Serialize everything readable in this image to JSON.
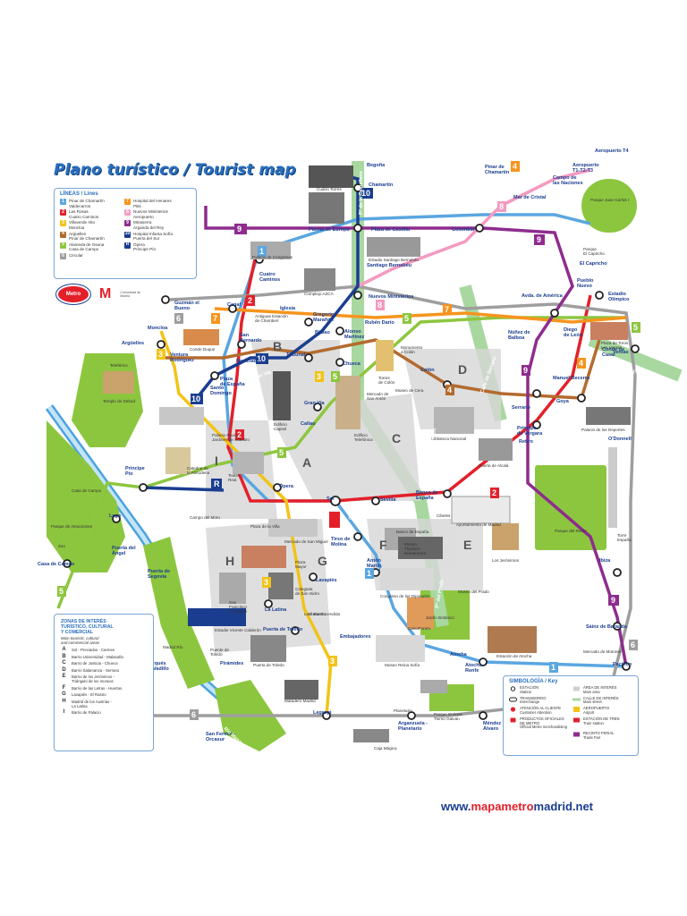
{
  "title": "Plano turístico / Tourist map",
  "colors": {
    "line1": "#5aa6e0",
    "line2": "#e3202a",
    "line3": "#f2c318",
    "line4": "#b36b2f",
    "line5": "#8dc63f",
    "line6": "#9e9e9e",
    "line7": "#f7941d",
    "line8": "#f49ac1",
    "line9": "#8e2c8e",
    "line10": "#1a3d8f",
    "lineR": "#1a3d8f",
    "park": "#8cc63f",
    "river": "#4aa3df",
    "boulevard": "#a8d8a0"
  },
  "lines_legend": {
    "heading": "LÍNEAS / Lines",
    "items": [
      {
        "num": "1",
        "color": "#5aa6e0",
        "label": "Pinar de Chamartín\nValdecarros"
      },
      {
        "num": "2",
        "color": "#e3202a",
        "label": "Las Rosas\nCuatro Caminos"
      },
      {
        "num": "3",
        "color": "#f2c318",
        "label": "Villaverde Alto\nMoncloa"
      },
      {
        "num": "4",
        "color": "#b36b2f",
        "label": "Argüelles\nPinar de Chamartín"
      },
      {
        "num": "5",
        "color": "#8dc63f",
        "label": "Alameda de Osuna\nCasa de Campo"
      },
      {
        "num": "6",
        "color": "#9e9e9e",
        "label": "Circular"
      },
      {
        "num": "7",
        "color": "#f7941d",
        "label": "Hospital del Henares\nPitis"
      },
      {
        "num": "8",
        "color": "#f49ac1",
        "label": "Nuevos Ministerios\nAeropuerto"
      },
      {
        "num": "9",
        "color": "#8e2c8e",
        "label": "Mirasierra\nArganda del Rey"
      },
      {
        "num": "10",
        "color": "#1a3d8f",
        "label": "Hospital Infanta Sofía\nPuerta del Sur"
      },
      {
        "num": "R",
        "color": "#1a3d8f",
        "label": "Ópera\nPríncipe Pío"
      }
    ]
  },
  "logos": {
    "metro": "Metro",
    "cm": "M",
    "cm_sub": "Comunidad de Madrid"
  },
  "stations": [
    {
      "name": "Begoña"
    },
    {
      "name": "Chamartín"
    },
    {
      "name": "Pinar de\nChamartín"
    },
    {
      "name": "Aeropuerto T4"
    },
    {
      "name": "Aeropuerto\nT1-T2-T3"
    },
    {
      "name": "Campo de\nlas Naciones"
    },
    {
      "name": "Mar de Cristal"
    },
    {
      "name": "Plaza de Castilla"
    },
    {
      "name": "Colombia"
    },
    {
      "name": "Puerta de Europa"
    },
    {
      "name": "Cuatro\nCaminos"
    },
    {
      "name": "Santiago Bernabéu"
    },
    {
      "name": "Nuevos Ministerios"
    },
    {
      "name": "Avda. de América"
    },
    {
      "name": "Canal"
    },
    {
      "name": "Iglesia"
    },
    {
      "name": "Gregorio\nMarañón"
    },
    {
      "name": "Rubén Darío"
    },
    {
      "name": "Guzmán el\nBueno"
    },
    {
      "name": "Moncloa"
    },
    {
      "name": "Argüelles"
    },
    {
      "name": "San\nBernardo"
    },
    {
      "name": "Bilbao"
    },
    {
      "name": "Alonso\nMartínez"
    },
    {
      "name": "Colón"
    },
    {
      "name": "Núñez de\nBalboa"
    },
    {
      "name": "Diego\nde León"
    },
    {
      "name": "El Capricho"
    },
    {
      "name": "Pueblo\nNuevo"
    },
    {
      "name": "Estadio\nOlímpico"
    },
    {
      "name": "Ventas"
    },
    {
      "name": "Ventura\nRodríguez"
    },
    {
      "name": "Noviciado"
    },
    {
      "name": "Tribunal"
    },
    {
      "name": "Chueca"
    },
    {
      "name": "Plaza\nde España"
    },
    {
      "name": "Santo\nDomingo"
    },
    {
      "name": "Gran Vía"
    },
    {
      "name": "Callao"
    },
    {
      "name": "Manuel Becerra"
    },
    {
      "name": "Goya"
    },
    {
      "name": "Serrano"
    },
    {
      "name": "Príncipe\nde Vergara"
    },
    {
      "name": "Retiro"
    },
    {
      "name": "O'Donnell"
    },
    {
      "name": "Príncipe\nPío"
    },
    {
      "name": "Ópera"
    },
    {
      "name": "Sol"
    },
    {
      "name": "Sevilla"
    },
    {
      "name": "Banco de\nEspaña"
    },
    {
      "name": "Lago"
    },
    {
      "name": "Casa de Campo"
    },
    {
      "name": "Tirso de\nMolina"
    },
    {
      "name": "Antón\nMartín"
    },
    {
      "name": "La Latina"
    },
    {
      "name": "Lavapiés"
    },
    {
      "name": "Puerta de Toledo"
    },
    {
      "name": "Embajadores"
    },
    {
      "name": "Atocha"
    },
    {
      "name": "Atocha\nRenfe"
    },
    {
      "name": "Pirámides"
    },
    {
      "name": "Marqués\nde Vadillo"
    },
    {
      "name": "Legazpi"
    },
    {
      "name": "Arganzuela -\nPlanetario"
    },
    {
      "name": "Méndez\nÁlvaro"
    },
    {
      "name": "Sáinz de Baranda"
    },
    {
      "name": "Ibiza"
    },
    {
      "name": "Pacífico"
    },
    {
      "name": "Puerta del\nÁngel"
    },
    {
      "name": "Puerta de\nSegovia"
    },
    {
      "name": "San Fermín -\nOrcasur"
    },
    {
      "name": "Conde de\nCasal"
    }
  ],
  "landmarks": [
    {
      "name": "Cuatro Torres"
    },
    {
      "name": "Estadio Santiago Bernabéu"
    },
    {
      "name": "Palacio de Congresos"
    },
    {
      "name": "Complejo AZCA"
    },
    {
      "name": "Antiguas Estación\nde Chamberí"
    },
    {
      "name": "Conde Duque"
    },
    {
      "name": "Templo de Debod"
    },
    {
      "name": "Teleférico"
    },
    {
      "name": "Palacio Real y\nJardines de Sabatini"
    },
    {
      "name": "Catedral de\nla Almudena"
    },
    {
      "name": "Teatro\nReal"
    },
    {
      "name": "Campo del Moro"
    },
    {
      "name": "Edificio\nCapitol"
    },
    {
      "name": "Edificio\nTelefónica"
    },
    {
      "name": "Monumento\na Colón"
    },
    {
      "name": "Museo de Cera"
    },
    {
      "name": "Torres\nde Colón"
    },
    {
      "name": "Mercado de\nSan Antón"
    },
    {
      "name": "Biblioteca Nacional"
    },
    {
      "name": "Puerta de Alcalá"
    },
    {
      "name": "Cibeles"
    },
    {
      "name": "Ayuntamiento de Madrid"
    },
    {
      "name": "Banco de España"
    },
    {
      "name": "Museo\nThyssen-\nBornemisza"
    },
    {
      "name": "Los Jerónimos"
    },
    {
      "name": "Congreso de los Diputados"
    },
    {
      "name": "Museo del Prado"
    },
    {
      "name": "Jardín Botánico"
    },
    {
      "name": "CaixaForum"
    },
    {
      "name": "Estación de Atocha"
    },
    {
      "name": "Museo Reina Sofía"
    },
    {
      "name": "Mercado de San Miguel"
    },
    {
      "name": "Plaza\nMayor"
    },
    {
      "name": "Plaza de la Villa"
    },
    {
      "name": "Parque de Atracciones"
    },
    {
      "name": "Zoo"
    },
    {
      "name": "Parque del Retiro"
    },
    {
      "name": "Palacio de los Deportes"
    },
    {
      "name": "Plaza de Toros\nLas Ventas"
    },
    {
      "name": "Parque Juan Carlos I"
    },
    {
      "name": "Parque\nEl Capricho"
    },
    {
      "name": "Torre\nEspaña"
    },
    {
      "name": "Casa de Campo"
    },
    {
      "name": "San\nFrancisco\nel Grande"
    },
    {
      "name": "Estadio Vicente Calderón"
    },
    {
      "name": "El Rastro"
    },
    {
      "name": "La Casa Encendida"
    },
    {
      "name": "Colegiata\nde San Isidro"
    },
    {
      "name": "Matadero Madrid"
    },
    {
      "name": "Planetario"
    },
    {
      "name": "Parque Enrique\nTierno Galván"
    },
    {
      "name": "Caja Mágica"
    },
    {
      "name": "Madrid Río"
    },
    {
      "name": "Mercado de Motores"
    },
    {
      "name": "Puente de\nToledo"
    },
    {
      "name": "Puerta de Toledo"
    }
  ],
  "streets": [
    {
      "name": "P° de la Castellana"
    },
    {
      "name": "Gran Vía"
    },
    {
      "name": "Calle de Alcalá"
    },
    {
      "name": "P° de Recoletos"
    },
    {
      "name": "P° del Prado"
    },
    {
      "name": "Calle de Serrano"
    },
    {
      "name": "Calle de Goya"
    },
    {
      "name": "Río Manzanares"
    }
  ],
  "zone_letters": [
    "A",
    "B",
    "C",
    "D",
    "E",
    "F",
    "G",
    "H",
    "I"
  ],
  "zones": {
    "heading": "ZONAS DE INTERÉS\nTURÍSTICO, CULTURAL\nY COMERCIAL",
    "sub": "Main touristic, cultural\nand commercial areas",
    "items": [
      {
        "letter": "A",
        "label": "Sol - Preciados - Carmen"
      },
      {
        "letter": "B",
        "label": "Barrio Universidad - Malasaña"
      },
      {
        "letter": "C",
        "label": "Barrio de Justicia - Chueca"
      },
      {
        "letter": "D",
        "label": "Barrio Salamanca - Serrano"
      },
      {
        "letter": "E",
        "label": "Barrio de los Jerónimos -\nTriángulo de los museos"
      },
      {
        "letter": "F",
        "label": "Barrio de las Letras - Huertas"
      },
      {
        "letter": "G",
        "label": "Lavapiés - El Rastro"
      },
      {
        "letter": "H",
        "label": "Madrid de los Austrias -\nLa Latina"
      },
      {
        "letter": "I",
        "label": "Barrio de Palacio"
      }
    ]
  },
  "symbology": {
    "heading": "SIMBOLOGÍA / Key",
    "items": [
      {
        "label": "ESTACIÓN\nStation",
        "icon": "station-icon"
      },
      {
        "label": "ÁREA DE INTERÉS\nMain area",
        "icon": "area-icon"
      },
      {
        "label": "TRANSBORDO\nInterchange",
        "icon": "interchange-icon"
      },
      {
        "label": "CALLE DE INTERÉS\nMain street",
        "icon": "street-icon"
      },
      {
        "label": "ATENCIÓN AL CLIENTE\nCustomer Attention",
        "icon": "info-icon"
      },
      {
        "label": "AEROPUERTO\nAirport",
        "icon": "airport-icon"
      },
      {
        "label": "PRODUCTOS OFICIALES\nDE METRO\nOfficial Metro merchandising",
        "icon": "shop-icon"
      },
      {
        "label": "ESTACIÓN DE TREN\nTrain station",
        "icon": "train-icon"
      },
      {
        "label": "",
        "icon": ""
      },
      {
        "label": "RECINTO FERIAL\nTrade Fair",
        "icon": "fair-icon"
      }
    ]
  },
  "url": {
    "part1": "www.",
    "part2": "mapametro",
    "part3": "madrid.net"
  }
}
